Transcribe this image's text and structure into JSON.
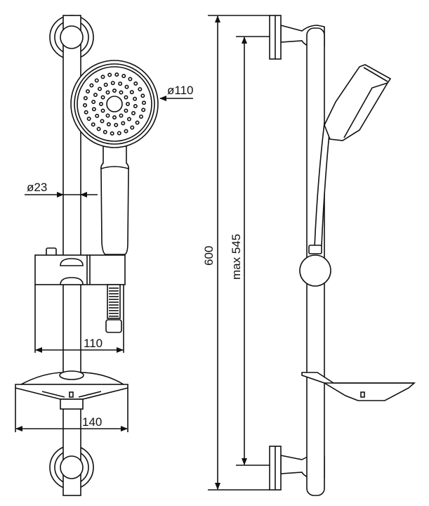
{
  "drawing": {
    "dimensions": {
      "head_diameter": "ø110",
      "rail_diameter": "ø23",
      "slider_depth": "110",
      "soap_dish_width": "140",
      "total_height": "600",
      "max_adjust": "max 545"
    },
    "colors": {
      "line": "#111111",
      "background": "#ffffff"
    }
  }
}
